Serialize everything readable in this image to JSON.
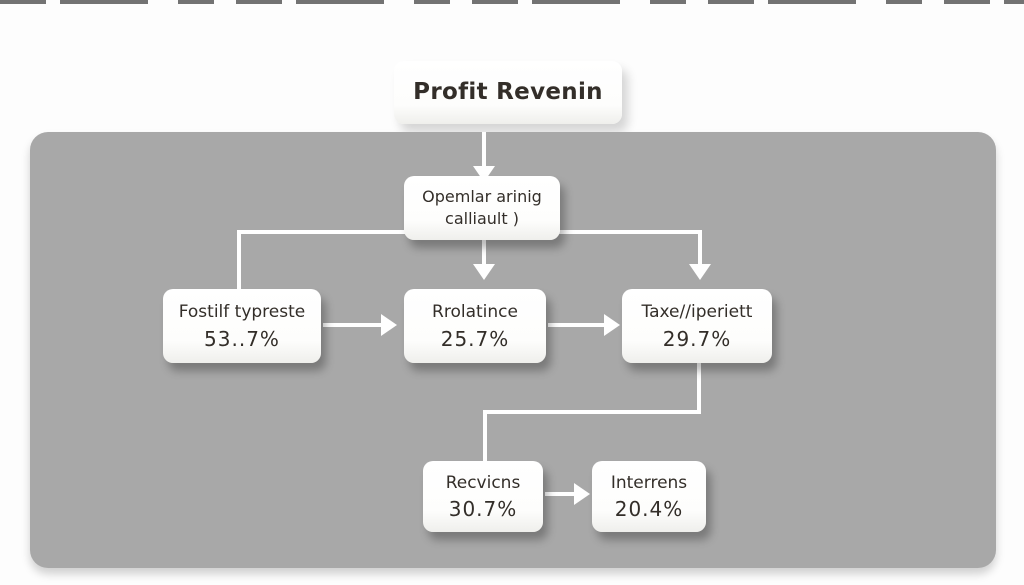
{
  "diagram": {
    "colors": {
      "panel": "#a8a8a8",
      "node_background": "#ffffff",
      "connector": "#ffffff",
      "text": "#332e29",
      "top_strip": "#323232"
    },
    "nodes": {
      "profit": {
        "label": "Profit Revenin"
      },
      "operating": {
        "line1": "Opemlar arinig",
        "line2": "calliault )"
      },
      "costs": {
        "label": "Fostilf typreste",
        "value": "53..7%"
      },
      "operations": {
        "label": "Rrolatince",
        "value": "25.7%"
      },
      "taxes": {
        "label": "Taxe//iperiett",
        "value": "29.7%"
      },
      "services": {
        "label": "Recvicns",
        "value": "30.7%"
      },
      "interest": {
        "label": "Interrens",
        "value": "20.4%"
      }
    }
  }
}
